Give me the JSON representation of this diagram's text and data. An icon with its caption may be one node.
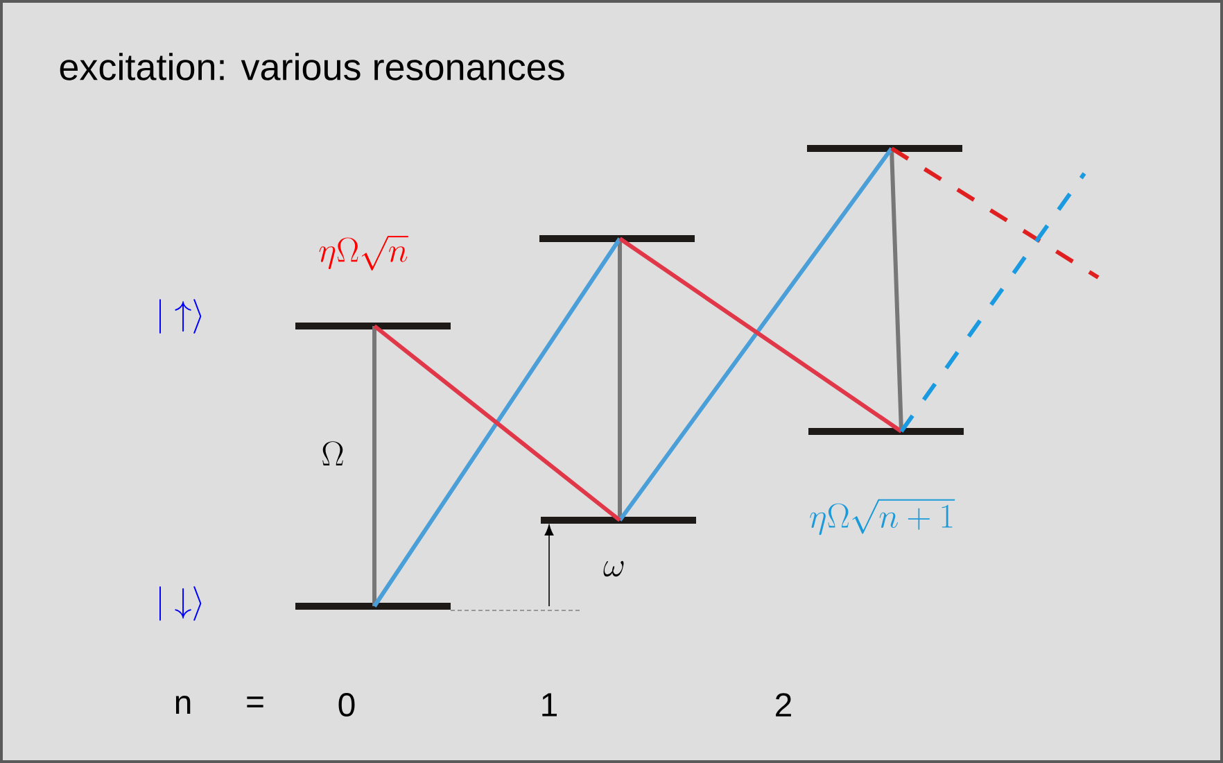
{
  "diagram": {
    "title": "excitation: various resonances",
    "nodes": [
      {
        "text": [],
        "shape": "bar"
      },
      {
        "text": [],
        "shape": "bar"
      },
      {
        "text": [],
        "shape": "bar"
      },
      {
        "text": [],
        "shape": "bar"
      },
      {
        "text": [],
        "shape": "bar"
      },
      {
        "text": [],
        "shape": "bar"
      }
    ],
    "edges": [
      {
        "from": 0,
        "to": 1,
        "arrow": "none",
        "color": "#777777"
      },
      {
        "from": 2,
        "to": 3,
        "arrow": "none",
        "color": "#777777"
      },
      {
        "from": 4,
        "to": 5,
        "arrow": "none",
        "color": "#777777"
      },
      {
        "from": 1,
        "to": 2,
        "arrow": "none",
        "color": "#4a9fd8"
      },
      {
        "from": 3,
        "to": 4,
        "arrow": "none",
        "color": "#4a9fd8"
      },
      {
        "from": 0,
        "to": 3,
        "arrow": "none",
        "color": "#e03848"
      },
      {
        "from": 2,
        "to": 5,
        "arrow": "none",
        "color": "#e03848"
      },
      {
        "from": 4,
        "to": null,
        "arrow": "none",
        "style": "dashed",
        "color": "#e02020"
      },
      {
        "from": 5,
        "to": null,
        "arrow": "none",
        "style": "dashed",
        "color": "#1a9ae0"
      }
    ],
    "labels": [
      "|\\uparrow\\rangle",
      "\\eta\\Omega\\sqrt{n}",
      "\\Omega",
      "\\eta\\Omega\\sqrt{n+1}",
      "\\omega",
      "|\\downarrow\\rangle",
      "n",
      "=",
      "0",
      "1",
      "2"
    ]
  }
}
